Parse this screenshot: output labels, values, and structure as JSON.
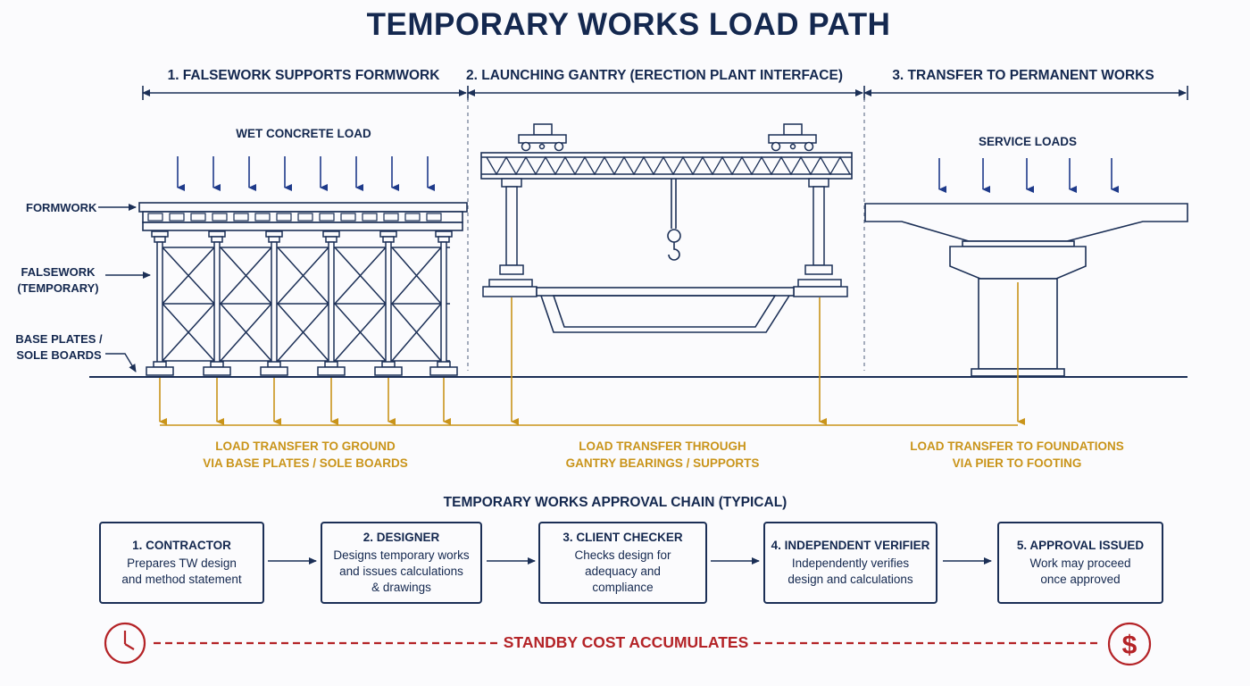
{
  "title": "TEMPORARY WORKS LOAD PATH",
  "sections": [
    {
      "label": "1. FALSEWORK SUPPORTS FORMWORK"
    },
    {
      "label": "2. LAUNCHING GANTRY (ERECTION PLANT INTERFACE)"
    },
    {
      "label": "3. TRANSFER TO PERMANENT WORKS"
    }
  ],
  "loads": {
    "wet_concrete": "WET CONCRETE LOAD",
    "service": "SERVICE LOADS"
  },
  "side_labels": {
    "formwork": "FORMWORK",
    "falsework": "FALSEWORK\n(TEMPORARY)",
    "base_plates": "BASE PLATES /\nSOLE BOARDS"
  },
  "transfer_notes": [
    "LOAD TRANSFER TO GROUND\nVIA BASE PLATES / SOLE BOARDS",
    "LOAD TRANSFER THROUGH\nGANTRY BEARINGS / SUPPORTS",
    "LOAD TRANSFER TO FOUNDATIONS\nVIA PIER TO FOOTING"
  ],
  "chain": {
    "title": "TEMPORARY WORKS APPROVAL CHAIN (TYPICAL)",
    "steps": [
      {
        "title": "1. CONTRACTOR",
        "desc": "Prepares TW design\nand method statement"
      },
      {
        "title": "2. DESIGNER",
        "desc": "Designs temporary works\nand issues calculations\n& drawings"
      },
      {
        "title": "3. CLIENT CHECKER",
        "desc": "Checks design for\nadequacy and\ncompliance"
      },
      {
        "title": "4. INDEPENDENT VERIFIER",
        "desc": "Independently verifies\ndesign and calculations"
      },
      {
        "title": "5. APPROVAL ISSUED",
        "desc": "Work may proceed\nonce approved"
      }
    ]
  },
  "standby": {
    "label": "STANDBY COST ACCUMULATES",
    "left_icon": "clock-icon",
    "right_icon": "dollar-icon",
    "dollar_symbol": "$"
  },
  "colors": {
    "navy": "#1b2f56",
    "gold": "#c9941a",
    "red": "#b42327"
  }
}
